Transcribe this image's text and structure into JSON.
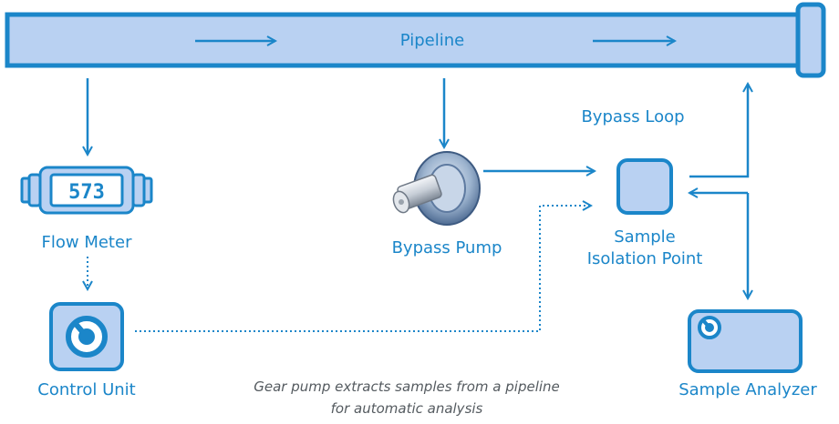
{
  "labels": {
    "pipeline": "Pipeline",
    "bypass_loop": "Bypass Loop",
    "flow_meter": "Flow Meter",
    "flow_meter_display": "573",
    "bypass_pump": "Bypass Pump",
    "sample_isolation_line1": "Sample",
    "sample_isolation_line2": "Isolation Point",
    "control_unit": "Control Unit",
    "sample_analyzer": "Sample Analyzer"
  },
  "caption": {
    "line1": "Gear pump extracts samples from a pipeline",
    "line2": "for automatic analysis"
  },
  "colors": {
    "accent": "#1b86c9",
    "fill": "#b9d1f2",
    "caption_text": "#555b60"
  }
}
